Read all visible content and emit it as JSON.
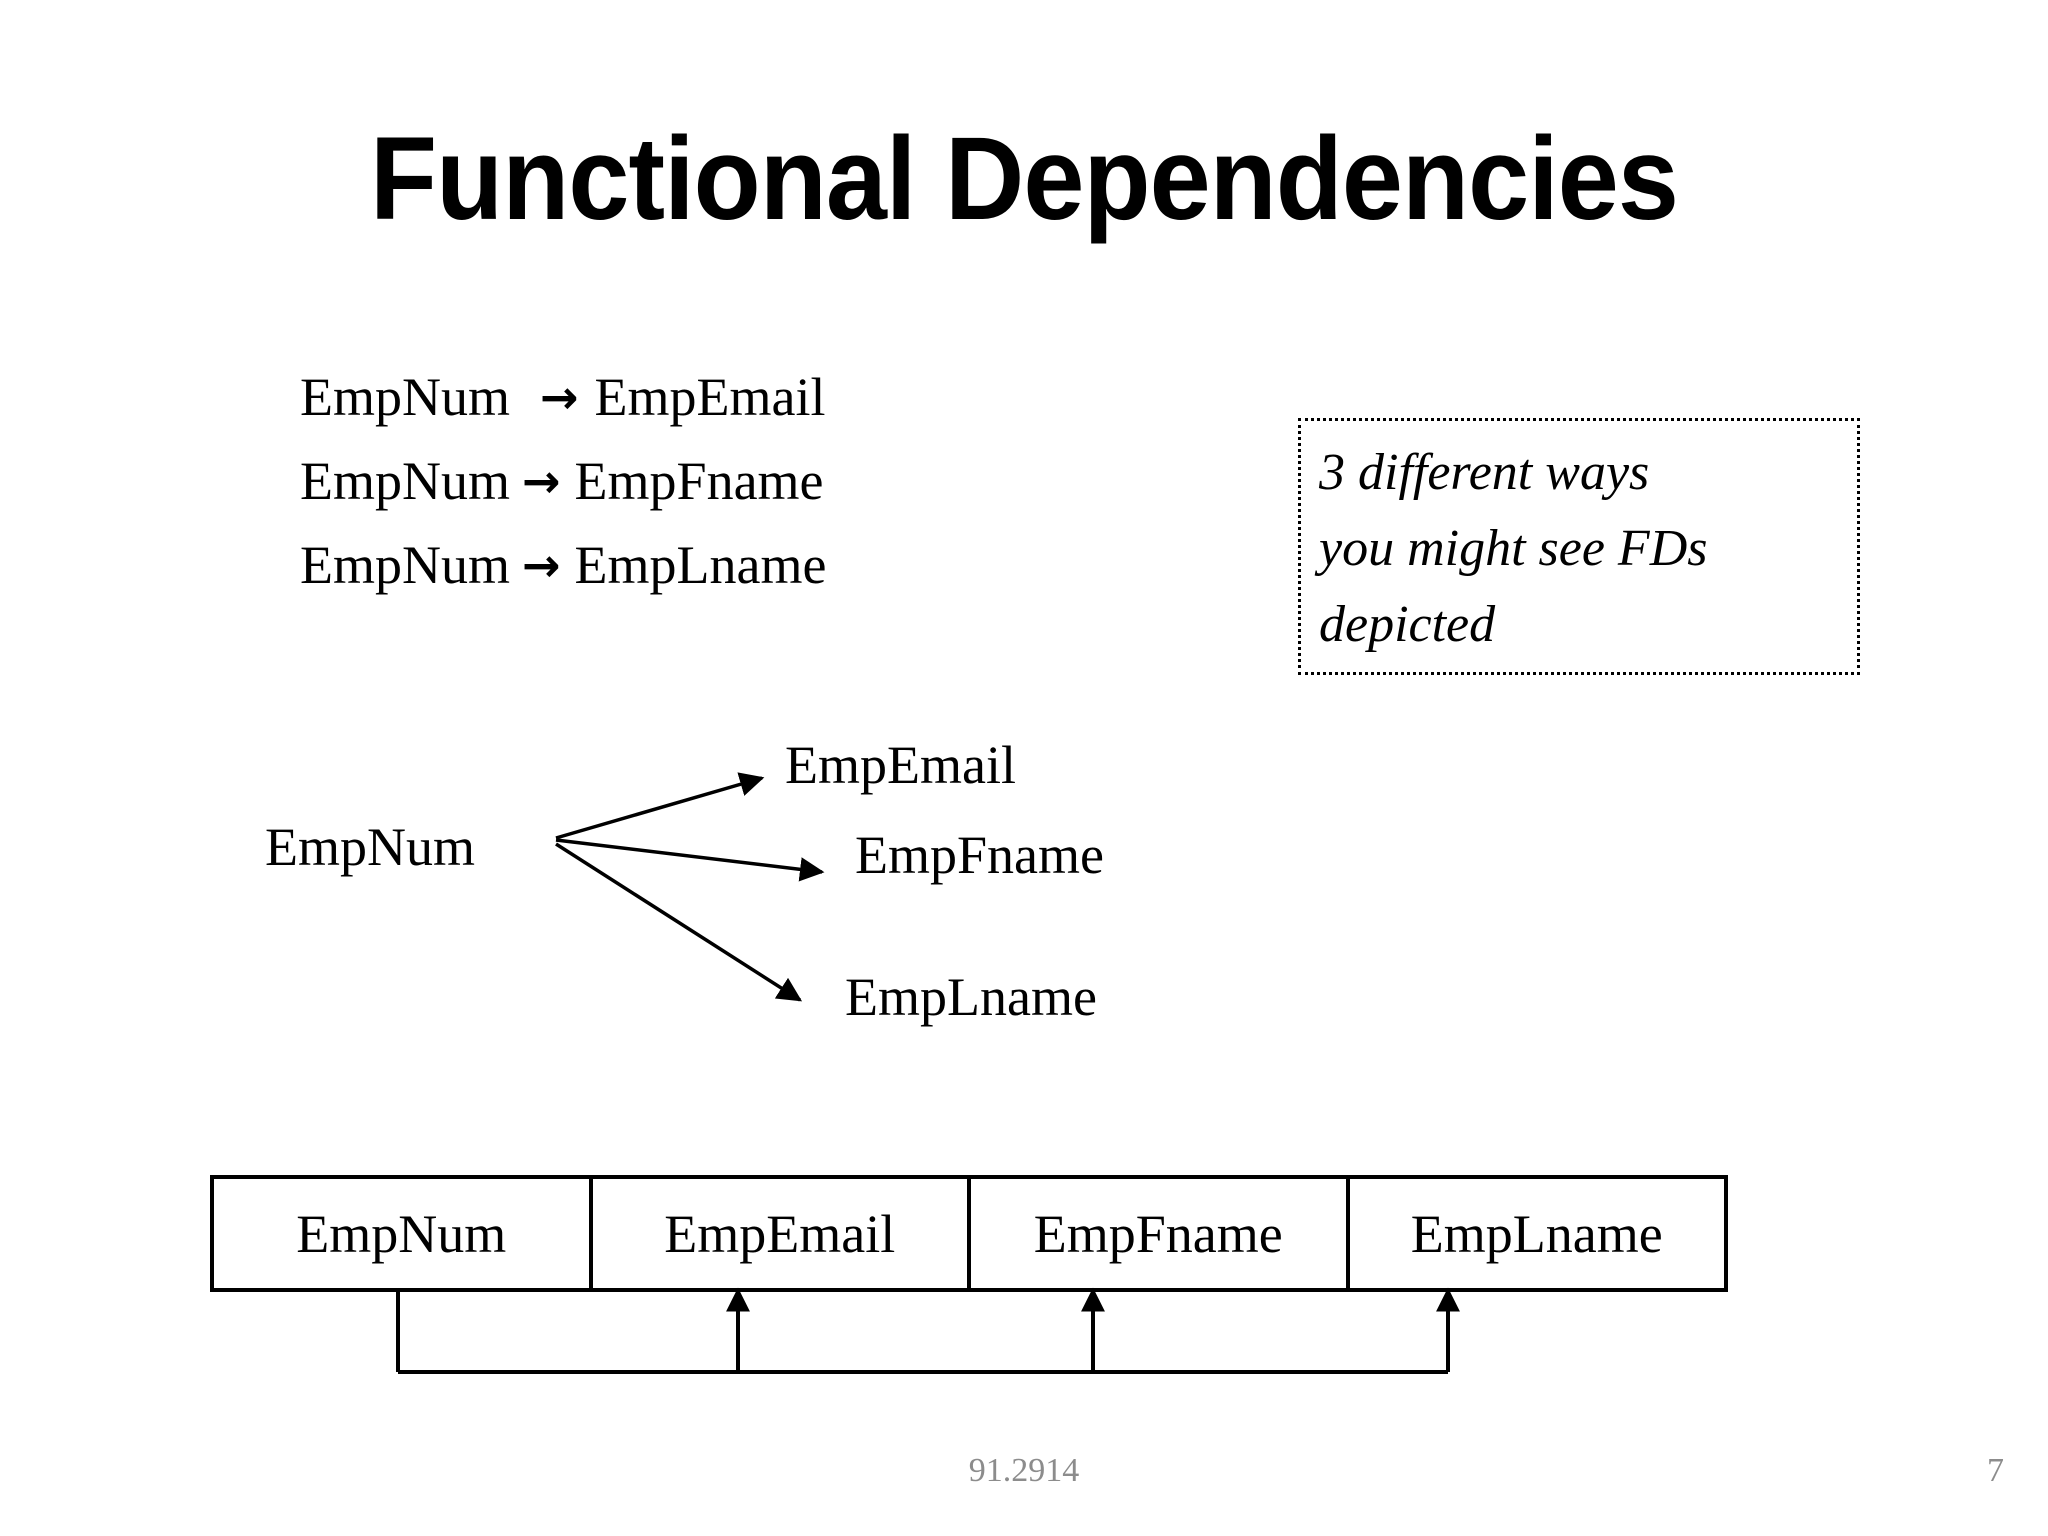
{
  "slide": {
    "title": "Functional Dependencies",
    "arrow_glyph": "→"
  },
  "fd_list": [
    {
      "lhs": "EmpNum",
      "arrow": "→",
      "rhs": "EmpEmail"
    },
    {
      "lhs": "EmpNum",
      "arrow": "→",
      "rhs": "EmpFname"
    },
    {
      "lhs": "EmpNum",
      "arrow": "→",
      "rhs": "EmpLname"
    }
  ],
  "callout": {
    "lines": [
      "3 different ways",
      "you might see FDs",
      "depicted"
    ],
    "border_color": "#000000",
    "border_style": "dotted"
  },
  "fan_diagram": {
    "source": "EmpNum",
    "targets": [
      "EmpEmail",
      "EmpFname",
      "EmpLname"
    ]
  },
  "table": {
    "columns": [
      "EmpNum",
      "EmpEmail",
      "EmpFname",
      "EmpLname"
    ]
  },
  "footer": {
    "course": "91.2914",
    "page": "7",
    "color": "#8c8c8c"
  }
}
